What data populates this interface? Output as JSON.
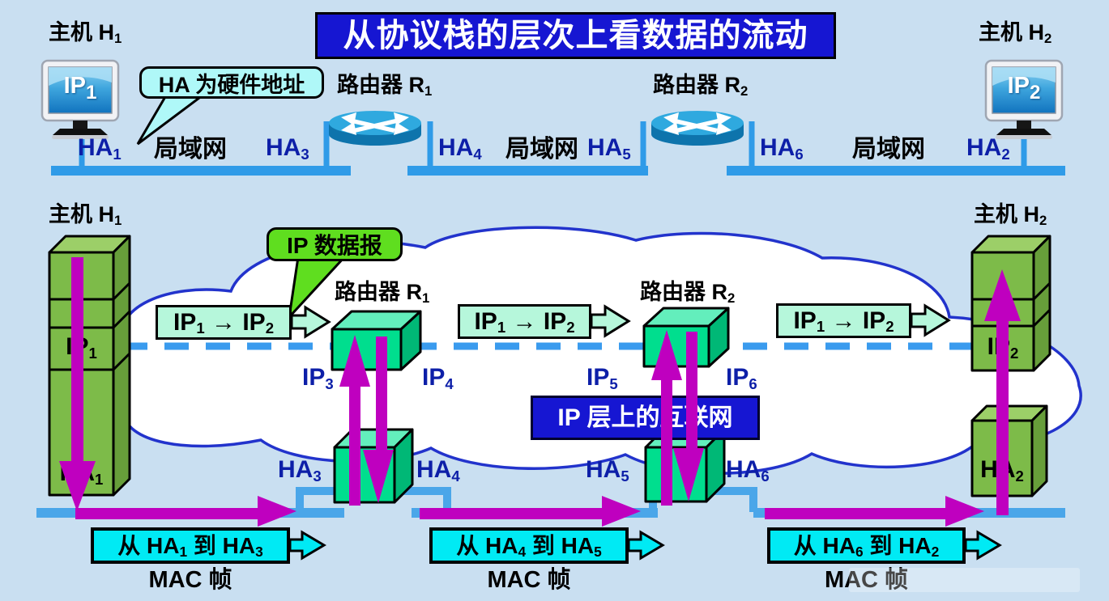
{
  "title": "从协议栈的层次上看数据的流动",
  "banner": {
    "ip_layer": "IP 层上的互联网"
  },
  "callouts": {
    "ha": "HA 为硬件地址",
    "ip_datagram": "IP 数据报"
  },
  "labels": {
    "lan": "局域网",
    "mac_frame": "MAC 帧",
    "host1": {
      "base": "主机 H",
      "sub": "1"
    },
    "host2": {
      "base": "主机 H",
      "sub": "2"
    },
    "router1": {
      "base": "路由器 R",
      "sub": "1"
    },
    "router2": {
      "base": "路由器 R",
      "sub": "2"
    }
  },
  "ip": {
    "ip1": {
      "base": "IP",
      "sub": "1"
    },
    "ip2": {
      "base": "IP",
      "sub": "2"
    },
    "ip3": {
      "base": "IP",
      "sub": "3"
    },
    "ip4": {
      "base": "IP",
      "sub": "4"
    },
    "ip5": {
      "base": "IP",
      "sub": "5"
    },
    "ip6": {
      "base": "IP",
      "sub": "6"
    }
  },
  "ha": {
    "ha1": {
      "base": "HA",
      "sub": "1"
    },
    "ha2": {
      "base": "HA",
      "sub": "2"
    },
    "ha3": {
      "base": "HA",
      "sub": "3"
    },
    "ha4": {
      "base": "HA",
      "sub": "4"
    },
    "ha5": {
      "base": "HA",
      "sub": "5"
    },
    "ha6": {
      "base": "HA",
      "sub": "6"
    }
  },
  "ip_packet": {
    "t1": "IP",
    "s1": "1",
    "t2": " → IP",
    "s2": "2"
  },
  "mac_frames": {
    "f1": {
      "t1": "从 HA",
      "s1": "1",
      "t2": " 到 HA",
      "s2": "3"
    },
    "f2": {
      "t1": "从 HA",
      "s1": "4",
      "t2": " 到 HA",
      "s2": "5"
    },
    "f3": {
      "t1": "从 HA",
      "s1": "6",
      "t2": " 到 HA",
      "s2": "2"
    }
  },
  "colors": {
    "background": "#C9DFF1",
    "title_bg": "#1616D2",
    "banner_bg": "#1616D2",
    "lan_bar_top": "#2F9BE8",
    "lan_bar_bottom": "#4AA6E9",
    "magenta_arrow": "#BF00BF",
    "cyan_box": "#00EAF4",
    "mint_box": "#B6F7DB",
    "callout_ha_bg": "#AFF8F8",
    "callout_ip_bg": "#5FDE1F",
    "tower_front": "#7DBB49",
    "tower_top": "#9CCF68",
    "tower_side": "#679E3A",
    "cube_front": "#00DE8E",
    "cube_top": "#63EEBC",
    "cube_side": "#00B876",
    "label_navy": "#0D1FA8",
    "cloud_stroke": "#2233CC"
  }
}
